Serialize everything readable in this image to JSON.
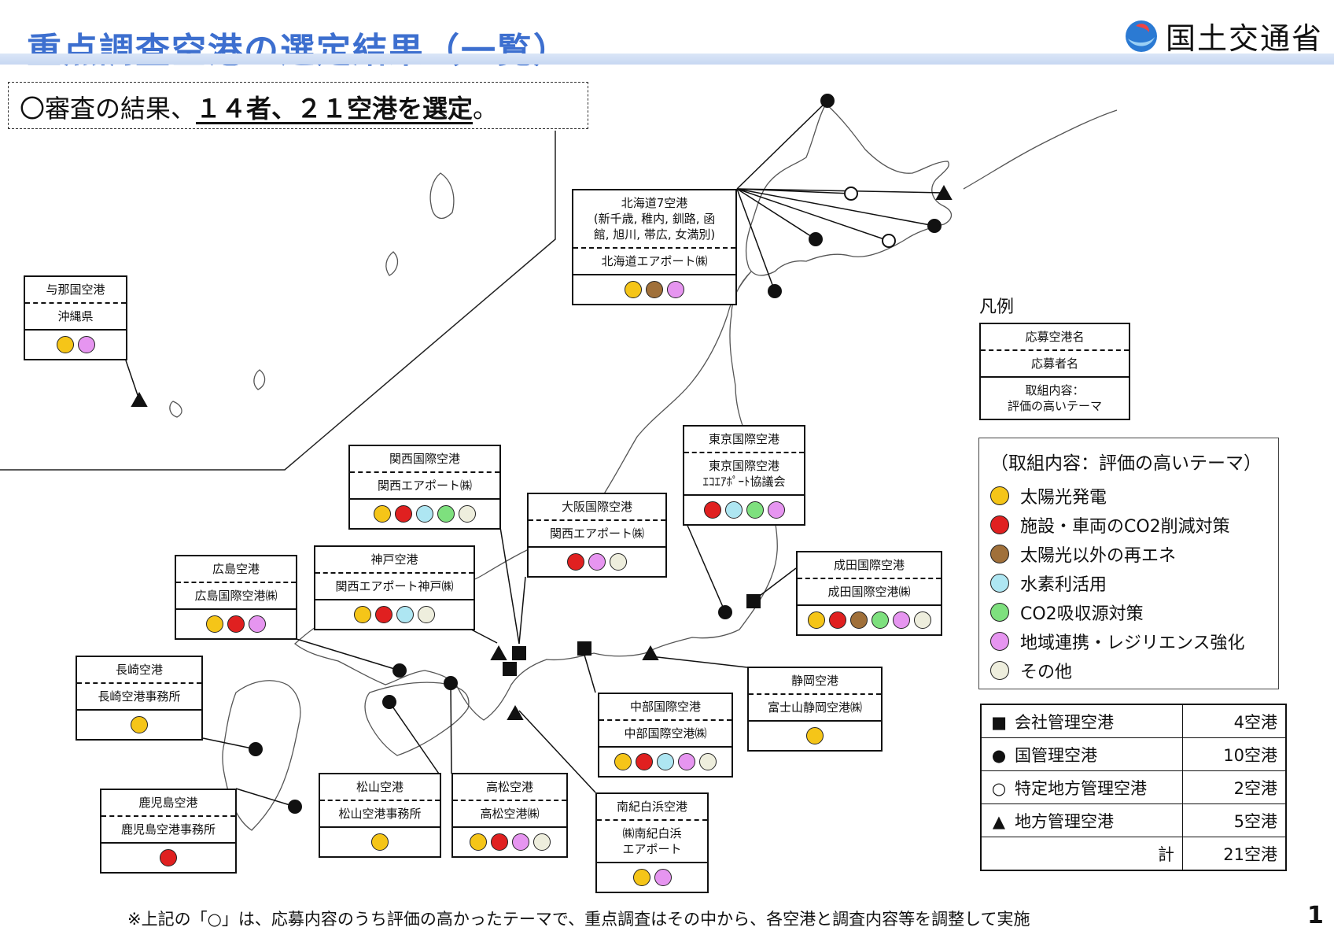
{
  "header": {
    "title": "重点調査空港の選定結果（一覧）",
    "ministry": "国土交通省"
  },
  "summary": {
    "prefix": "〇審査の結果、",
    "emphasis": "１４者、２１空港を選定",
    "suffix": "。"
  },
  "colors": {
    "solar": "#f5c518",
    "co2_vehicle": "#e02020",
    "renewable_other": "#a0703a",
    "hydrogen": "#aee6f2",
    "co2_absorb": "#7ee07e",
    "regional": "#e695f0",
    "other": "#eeeedd"
  },
  "airports": [
    {
      "key": "hokkaido",
      "name": "北海道7空港",
      "detail": [
        "(新千歳, 稚内, 釧路, 函",
        "館, 旭川, 帯広, 女満別)"
      ],
      "org": "北海道エアポート㈱",
      "themes": [
        "solar",
        "renewable_other",
        "regional"
      ]
    },
    {
      "key": "yonaguni",
      "name": "与那国空港",
      "org": "沖縄県",
      "themes": [
        "solar",
        "regional"
      ]
    },
    {
      "key": "tokyo",
      "name": "東京国際空港",
      "org": "東京国際空港",
      "org2": "ｴｺｴｱﾎﾟｰﾄ協議会",
      "themes": [
        "co2_vehicle",
        "hydrogen",
        "co2_absorb",
        "regional"
      ]
    },
    {
      "key": "kansai",
      "name": "関西国際空港",
      "org": "関西エアポート㈱",
      "themes": [
        "solar",
        "co2_vehicle",
        "hydrogen",
        "co2_absorb",
        "other"
      ]
    },
    {
      "key": "osaka",
      "name": "大阪国際空港",
      "org": "関西エアポート㈱",
      "themes": [
        "co2_vehicle",
        "regional",
        "other"
      ]
    },
    {
      "key": "kobe",
      "name": "神戸空港",
      "org": "関西エアポート神戸㈱",
      "themes": [
        "solar",
        "co2_vehicle",
        "hydrogen",
        "other"
      ]
    },
    {
      "key": "hiroshima",
      "name": "広島空港",
      "org": "広島国際空港㈱",
      "themes": [
        "solar",
        "co2_vehicle",
        "regional"
      ]
    },
    {
      "key": "narita",
      "name": "成田国際空港",
      "org": "成田国際空港㈱",
      "themes": [
        "solar",
        "co2_vehicle",
        "renewable_other",
        "co2_absorb",
        "regional",
        "other"
      ]
    },
    {
      "key": "nagasaki",
      "name": "長崎空港",
      "org": "長崎空港事務所",
      "themes": [
        "solar"
      ]
    },
    {
      "key": "chubu",
      "name": "中部国際空港",
      "org": "中部国際空港㈱",
      "themes": [
        "solar",
        "co2_vehicle",
        "hydrogen",
        "regional",
        "other"
      ]
    },
    {
      "key": "shizuoka",
      "name": "静岡空港",
      "org": "富士山静岡空港㈱",
      "themes": [
        "solar"
      ]
    },
    {
      "key": "kagoshima",
      "name": "鹿児島空港",
      "org": "鹿児島空港事務所",
      "themes": [
        "co2_vehicle"
      ]
    },
    {
      "key": "matsuyama",
      "name": "松山空港",
      "org": "松山空港事務所",
      "themes": [
        "solar"
      ]
    },
    {
      "key": "takamatsu",
      "name": "高松空港",
      "org": "高松空港㈱",
      "themes": [
        "solar",
        "co2_vehicle",
        "regional",
        "other"
      ]
    },
    {
      "key": "nanki",
      "name": "南紀白浜空港",
      "org": "㈱南紀白浜",
      "org2": "エアポート",
      "themes": [
        "solar",
        "regional"
      ]
    }
  ],
  "legend": {
    "label": "凡例",
    "sample_name": "応募空港名",
    "sample_org": "応募者名",
    "sample_content_1": "取組内容：",
    "sample_content_2": "評価の高いテーマ",
    "theme_header": "（取組内容：評価の高いテーマ）",
    "themes": [
      {
        "key": "solar",
        "label": "太陽光発電"
      },
      {
        "key": "co2_vehicle",
        "label": "施設・車両のCO2削減対策"
      },
      {
        "key": "renewable_other",
        "label": "太陽光以外の再エネ"
      },
      {
        "key": "hydrogen",
        "label": "水素利活用"
      },
      {
        "key": "co2_absorb",
        "label": "CO2吸収源対策"
      },
      {
        "key": "regional",
        "label": "地域連携・レジリエンス強化"
      },
      {
        "key": "other",
        "label": "その他"
      }
    ]
  },
  "airport_types": [
    {
      "symbol": "■",
      "label": "会社管理空港",
      "count": "4空港"
    },
    {
      "symbol": "●",
      "label": "国管理空港",
      "count": "10空港"
    },
    {
      "symbol": "○",
      "label": "特定地方管理空港",
      "count": "2空港"
    },
    {
      "symbol": "▲",
      "label": "地方管理空港",
      "count": "5空港"
    }
  ],
  "total": {
    "label": "計",
    "count": "21空港"
  },
  "footnote": "※上記の「○」は、応募内容のうち評価の高かったテーマで、重点調査はその中から、各空港と調査内容等を調整して実施",
  "page_number": "1"
}
